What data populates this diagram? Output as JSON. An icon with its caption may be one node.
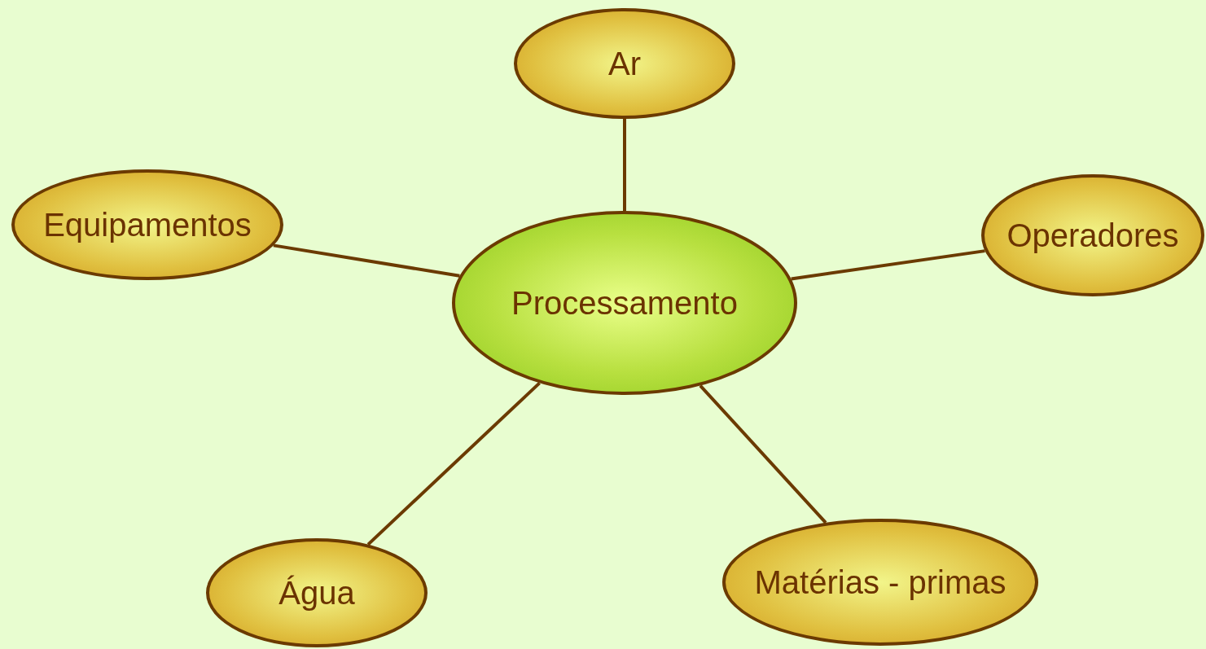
{
  "diagram": {
    "nodes": [
      {
        "text": [
          "Processamento"
        ]
      },
      {
        "text": [
          "Ar"
        ]
      },
      {
        "text": [
          "Equipamentos"
        ]
      },
      {
        "text": [
          "Operadores"
        ]
      },
      {
        "text": [
          "Água"
        ]
      },
      {
        "text": [
          "Matérias - primas"
        ]
      }
    ],
    "edges": [
      {
        "from": 0,
        "to": 1,
        "arrow": "none"
      },
      {
        "from": 0,
        "to": 2,
        "arrow": "none"
      },
      {
        "from": 0,
        "to": 3,
        "arrow": "none"
      },
      {
        "from": 0,
        "to": 4,
        "arrow": "none"
      },
      {
        "from": 0,
        "to": 5,
        "arrow": "none"
      }
    ]
  }
}
